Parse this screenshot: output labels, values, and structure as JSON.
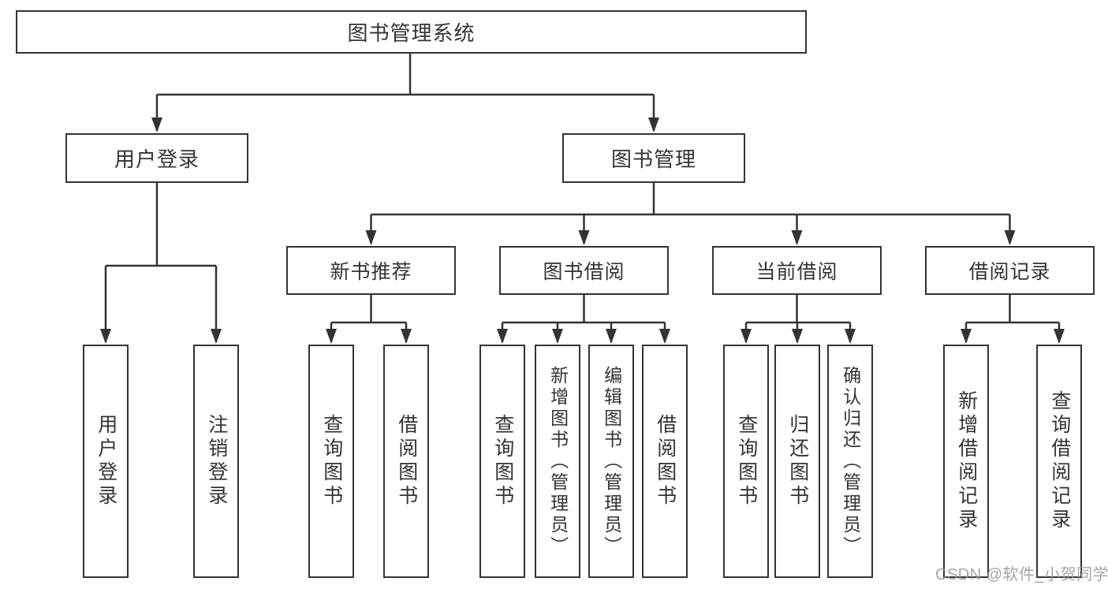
{
  "colors": {
    "line": "#333333",
    "text": "#333333",
    "background": "#ffffff",
    "watermark": "#9b9b9b"
  },
  "tree": {
    "label": "图书管理系统",
    "children": [
      {
        "label": "用户登录",
        "children": [
          {
            "label": "用户登录"
          },
          {
            "label": "注销登录"
          }
        ]
      },
      {
        "label": "图书管理",
        "children": [
          {
            "label": "新书推荐",
            "children": [
              {
                "label": "查询图书"
              },
              {
                "label": "借阅图书"
              }
            ]
          },
          {
            "label": "图书借阅",
            "children": [
              {
                "label": "查询图书"
              },
              {
                "label": "新增图书（管理员）"
              },
              {
                "label": "编辑图书（管理员）"
              },
              {
                "label": "借阅图书"
              }
            ]
          },
          {
            "label": "当前借阅",
            "children": [
              {
                "label": "查询图书"
              },
              {
                "label": "归还图书"
              },
              {
                "label": "确认归还（管理员）"
              }
            ]
          },
          {
            "label": "借阅记录",
            "children": [
              {
                "label": "新增借阅记录"
              },
              {
                "label": "查询借阅记录"
              }
            ]
          }
        ]
      }
    ]
  },
  "watermark": {
    "text": "CSDN @软件_小贺同学"
  }
}
